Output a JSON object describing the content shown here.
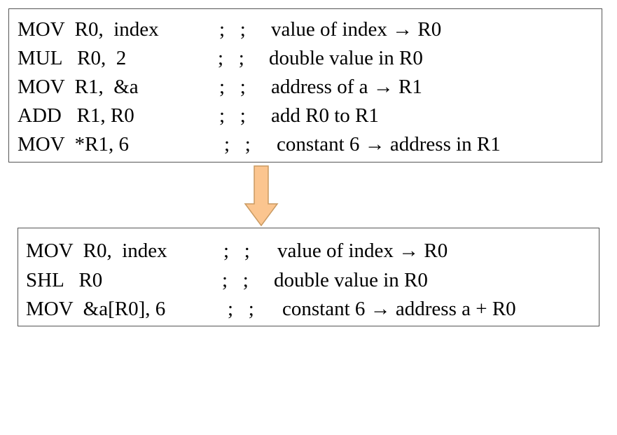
{
  "before": {
    "lines": [
      {
        "instr": "MOV  R0,  index",
        "sep": ";   ;",
        "comment": "value of index → R0"
      },
      {
        "instr": "MUL   R0,  2",
        "sep": ";   ;",
        "comment": "double value in R0"
      },
      {
        "instr": "MOV  R1,  &a",
        "sep": ";   ;",
        "comment": "address of a → R1"
      },
      {
        "instr": "ADD   R1, R0",
        "sep": ";   ;",
        "comment": "add R0 to R1"
      },
      {
        "instr": "MOV  *R1, 6",
        "sep": ";   ;",
        "comment": "constant 6 → address in R1"
      }
    ]
  },
  "after": {
    "lines": [
      {
        "instr": "MOV  R0,  index",
        "sep": ";   ;",
        "comment": "value of index → R0"
      },
      {
        "instr": "SHL   R0",
        "sep": ";   ;",
        "comment": "double value in R0"
      },
      {
        "instr": "MOV  &a[R0], 6",
        "sep": ";   ;",
        "comment": "constant 6 → address a + R0"
      }
    ]
  },
  "colors": {
    "arrow_fill": "#fbc58f",
    "arrow_stroke": "#c99a62",
    "box_border": "#555555"
  },
  "icons": {
    "transform_arrow": "down-arrow-icon"
  }
}
